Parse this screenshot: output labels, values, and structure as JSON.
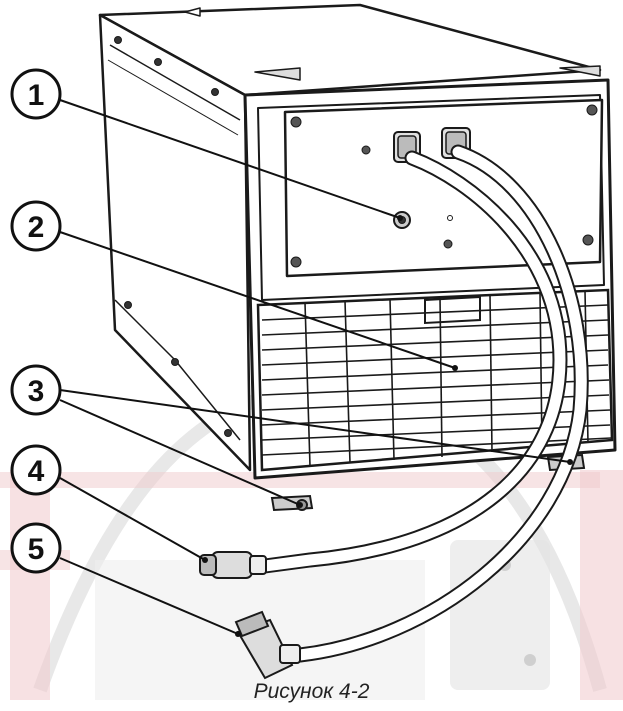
{
  "caption": "Рисунок 4-2",
  "callouts": [
    {
      "id": "1",
      "label": "1"
    },
    {
      "id": "2",
      "label": "2"
    },
    {
      "id": "3",
      "label": "3"
    },
    {
      "id": "4",
      "label": "4"
    },
    {
      "id": "5",
      "label": "5"
    }
  ],
  "colors": {
    "line": "#1a1a1a",
    "watermark": "#e8b4b8",
    "watermark_gray": "#d9d9d9",
    "panel": "#ffffff"
  }
}
